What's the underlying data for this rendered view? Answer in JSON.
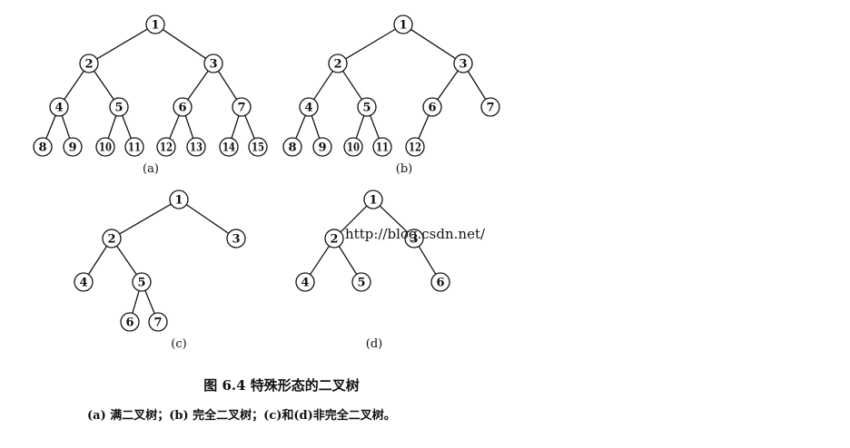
{
  "trees": [
    {
      "id": "a",
      "label": "(a)",
      "nodes": [
        "1",
        "2",
        "3",
        "4",
        "5",
        "6",
        "7",
        "8",
        "9",
        "10",
        "11",
        "12",
        "13",
        "14",
        "15"
      ],
      "edges": [
        [
          "1",
          "2"
        ],
        [
          "1",
          "3"
        ],
        [
          "2",
          "4"
        ],
        [
          "2",
          "5"
        ],
        [
          "3",
          "6"
        ],
        [
          "3",
          "7"
        ],
        [
          "4",
          "8"
        ],
        [
          "4",
          "9"
        ],
        [
          "5",
          "10"
        ],
        [
          "5",
          "11"
        ],
        [
          "6",
          "12"
        ],
        [
          "6",
          "13"
        ],
        [
          "7",
          "14"
        ],
        [
          "7",
          "15"
        ]
      ]
    },
    {
      "id": "b",
      "label": "(b)",
      "nodes": [
        "1",
        "2",
        "3",
        "4",
        "5",
        "6",
        "7",
        "8",
        "9",
        "10",
        "11",
        "12"
      ],
      "edges": [
        [
          "1",
          "2"
        ],
        [
          "1",
          "3"
        ],
        [
          "2",
          "4"
        ],
        [
          "2",
          "5"
        ],
        [
          "3",
          "6"
        ],
        [
          "3",
          "7"
        ],
        [
          "4",
          "8"
        ],
        [
          "4",
          "9"
        ],
        [
          "5",
          "10"
        ],
        [
          "5",
          "11"
        ],
        [
          "6",
          "12"
        ]
      ]
    },
    {
      "id": "c",
      "label": "(c)",
      "nodes": [
        "1",
        "2",
        "3",
        "4",
        "5",
        "6",
        "7"
      ],
      "edges": [
        [
          "1",
          "2"
        ],
        [
          "1",
          "3"
        ],
        [
          "2",
          "4"
        ],
        [
          "2",
          "5"
        ],
        [
          "5",
          "6"
        ],
        [
          "5",
          "7"
        ]
      ]
    },
    {
      "id": "d",
      "label": "(d)",
      "nodes": [
        "1",
        "2",
        "3",
        "4",
        "5",
        "6"
      ],
      "edges": [
        [
          "1",
          "2"
        ],
        [
          "1",
          "3"
        ],
        [
          "2",
          "4"
        ],
        [
          "2",
          "5"
        ],
        [
          "3",
          "6"
        ]
      ]
    }
  ],
  "watermark": "http://blog.csdn.net/",
  "caption": {
    "title": "图 6.4   特殊形态的二叉树",
    "body": "(a) 满二叉树；(b) 完全二叉树；(c)和(d)非完全二叉树。"
  }
}
